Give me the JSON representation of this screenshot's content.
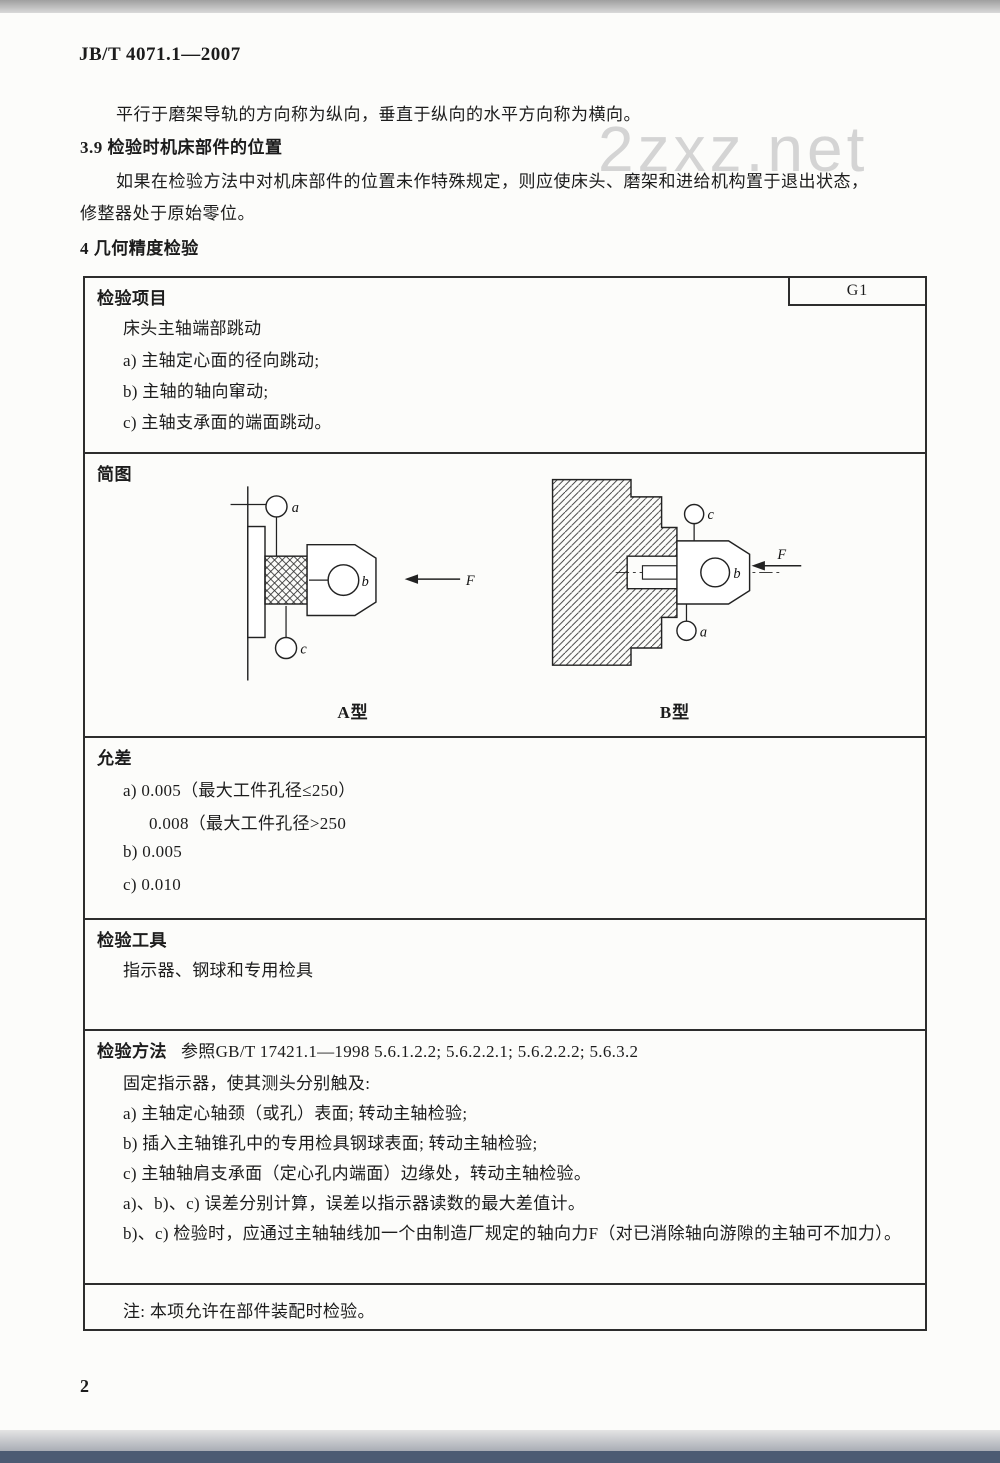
{
  "page": {
    "header": "JB/T 4071.1—2007",
    "page_number": "2",
    "watermark": "2zxz.net"
  },
  "intro": {
    "para1": "平行于磨架导轨的方向称为纵向，垂直于纵向的水平方向称为横向。",
    "s39_title": "3.9  检验时机床部件的位置",
    "s39_line1": "如果在检验方法中对机床部件的位置未作特殊规定，则应使床头、磨架和进给机构置于退出状态，",
    "s39_line2": "修整器处于原始零位。",
    "s4_title": "4  几何精度检验"
  },
  "table": {
    "item": {
      "label": "检验项目",
      "code": "G1",
      "lines": [
        "床头主轴端部跳动",
        "a) 主轴定心面的径向跳动;",
        "b) 主轴的轴向窜动;",
        "c) 主轴支承面的端面跳动。"
      ]
    },
    "diagram": {
      "label": "简图",
      "caption_a": "A型",
      "caption_b": "B型",
      "marks": {
        "a": "a",
        "b": "b",
        "c": "c",
        "force": "F"
      }
    },
    "tolerance": {
      "label": "允差",
      "lines": [
        "a) 0.005（最大工件孔径≤250）",
        "0.008（最大工件孔径>250",
        "b) 0.005",
        "c) 0.010"
      ]
    },
    "tools": {
      "label": "检验工具",
      "lines": [
        "指示器、钢球和专用检具"
      ]
    },
    "method": {
      "label": "检验方法",
      "reference": "参照GB/T 17421.1—1998  5.6.1.2.2; 5.6.2.2.1; 5.6.2.2.2; 5.6.3.2",
      "lines": [
        "固定指示器，使其测头分别触及:",
        "a) 主轴定心轴颈（或孔）表面; 转动主轴检验;",
        "b) 插入主轴锥孔中的专用检具钢球表面; 转动主轴检验;",
        "c) 主轴轴肩支承面（定心孔内端面）边缘处，转动主轴检验。",
        "a)、b)、c) 误差分别计算，误差以指示器读数的最大差值计。",
        "b)、c) 检验时，应通过主轴轴线加一个由制造厂规定的轴向力F（对已消除轴向游隙的主轴可不加力）。"
      ]
    },
    "note": "注: 本项允许在部件装配时检验。"
  }
}
